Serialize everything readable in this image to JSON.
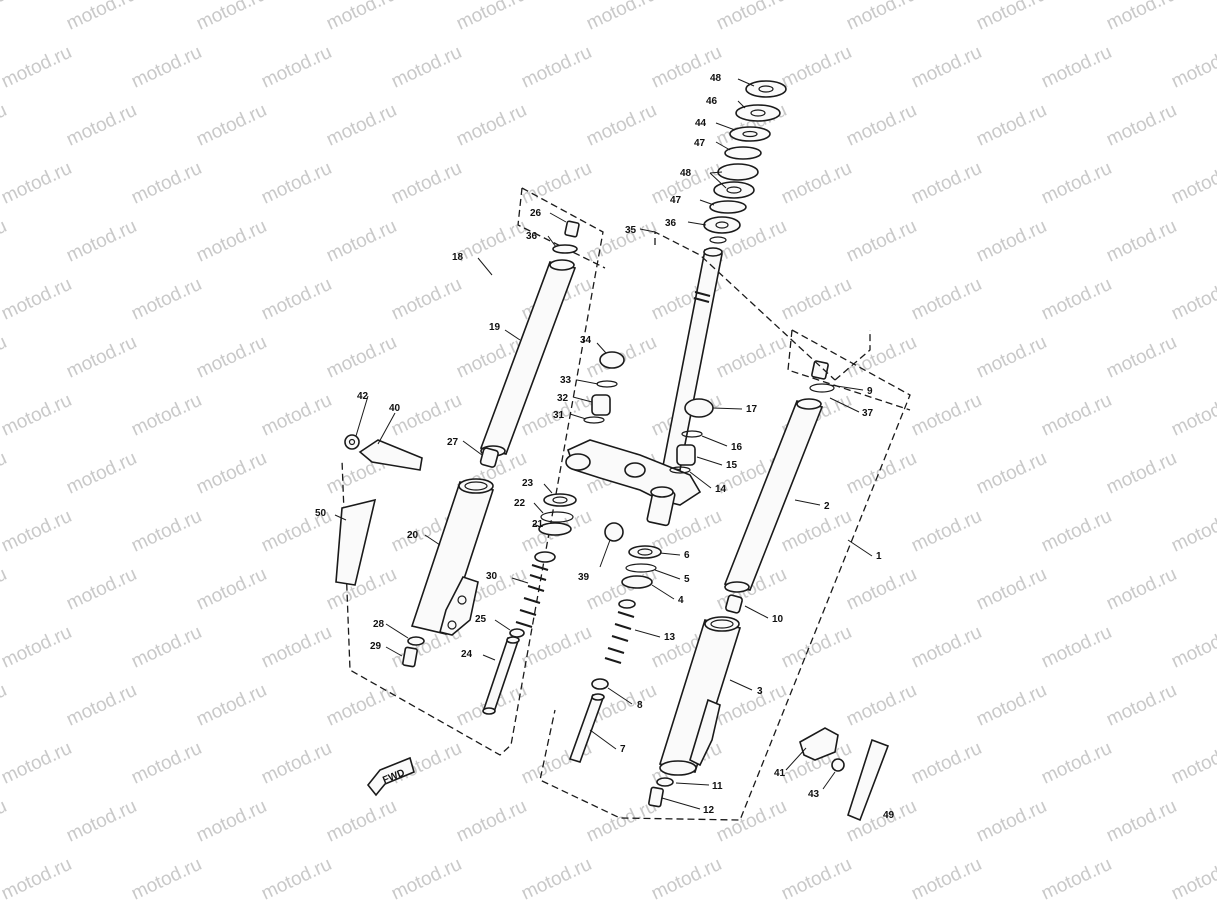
{
  "watermark": "motod.ru",
  "fwd_label": "FWD",
  "colors": {
    "background": "#ffffff",
    "ink": "#1a1a1a",
    "watermark": "#c9c9c9"
  },
  "callouts": {
    "p1": "1",
    "p2": "2",
    "p3": "3",
    "p4": "4",
    "p5a": "5",
    "p5b": "5",
    "p6": "6",
    "p7": "7",
    "p8": "8",
    "p9": "9",
    "p10": "10",
    "p11": "11",
    "p12": "12",
    "p13": "13",
    "p14": "14",
    "p15": "15",
    "p16": "16",
    "p17": "17",
    "p18": "18",
    "p19": "19",
    "p20": "20",
    "p21": "21",
    "p22": "22",
    "p23": "23",
    "p24": "24",
    "p25": "25",
    "p26": "26",
    "p27": "27",
    "p28": "28",
    "p29": "29",
    "p30": "30",
    "p31": "31",
    "p32": "32",
    "p33": "33",
    "p34": "34",
    "p35": "35",
    "p36a": "36",
    "p36b": "36",
    "p37": "37",
    "p39": "39",
    "p40": "40",
    "p41": "41",
    "p42": "42",
    "p43": "43",
    "p44": "44",
    "p46": "46",
    "p47a": "47",
    "p47b": "47",
    "p48a": "48",
    "p48b": "48",
    "p49": "49",
    "p50": "50"
  }
}
